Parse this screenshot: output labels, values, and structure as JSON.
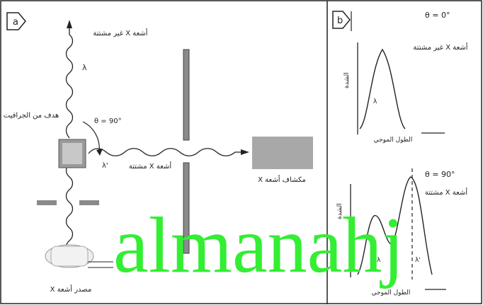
{
  "panel_a": {
    "badge": "a",
    "label_unscattered": "أشعة X غير مشتتة",
    "label_lambda": "λ",
    "label_target": "هدف من الجرافيت",
    "label_angle": "θ = 90°",
    "label_lambda_prime": "λ'",
    "label_scattered": "أشعة X مشتتة",
    "label_detector": "مكشاف أشعة X",
    "label_source": "مصدر أشعة X"
  },
  "panel_b": {
    "badge": "b",
    "top": {
      "angle": "θ = 0°",
      "title": "أشعة X غير مشتتة",
      "ylabel": "الشدة",
      "xlabel": "الطول الموجي",
      "peak_label": "λ"
    },
    "bottom": {
      "angle": "θ = 90°",
      "title": "أشعة X مشتتة",
      "ylabel": "الشدة",
      "xlabel": "الطول الموجي",
      "peak1_label": "λ",
      "peak2_label": "λ'"
    }
  },
  "watermark": "almanahj",
  "colors": {
    "watermark": "#33ee33",
    "detector": "#a8a8a8",
    "slit": "#8a8a8a",
    "line": "#222222"
  }
}
